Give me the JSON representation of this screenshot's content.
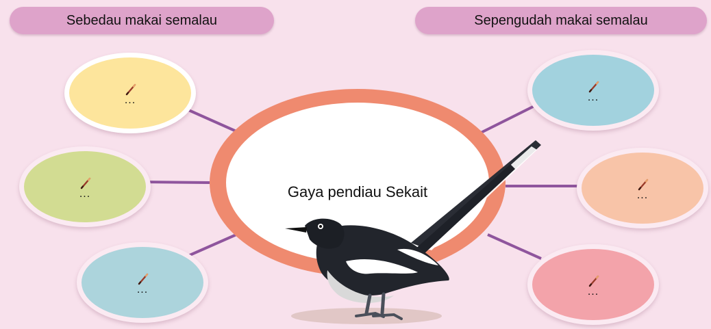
{
  "header": {
    "left_label": "Sebedau makai semalau",
    "right_label": "Sepengudah makai semalau"
  },
  "center": {
    "title": "Gaya pendiau Sekait",
    "image": "magpie-robin-bird"
  },
  "left_bubbles": [
    {
      "text": "...",
      "icon": "pencil-icon",
      "color": "#fde59c"
    },
    {
      "text": "...",
      "icon": "pencil-icon",
      "color": "#d2dc92"
    },
    {
      "text": "...",
      "icon": "pencil-icon",
      "color": "#acd4dc"
    }
  ],
  "right_bubbles": [
    {
      "text": "...",
      "icon": "pencil-icon",
      "color": "#a2d2de"
    },
    {
      "text": "...",
      "icon": "pencil-icon",
      "color": "#f8c4a8"
    },
    {
      "text": "...",
      "icon": "pencil-icon",
      "color": "#f3a3aa"
    }
  ],
  "colors": {
    "background": "#f8e1ec",
    "pill": "#dea3ca",
    "hub_ring": "#ef8a6f",
    "connector": "#8f559d"
  }
}
